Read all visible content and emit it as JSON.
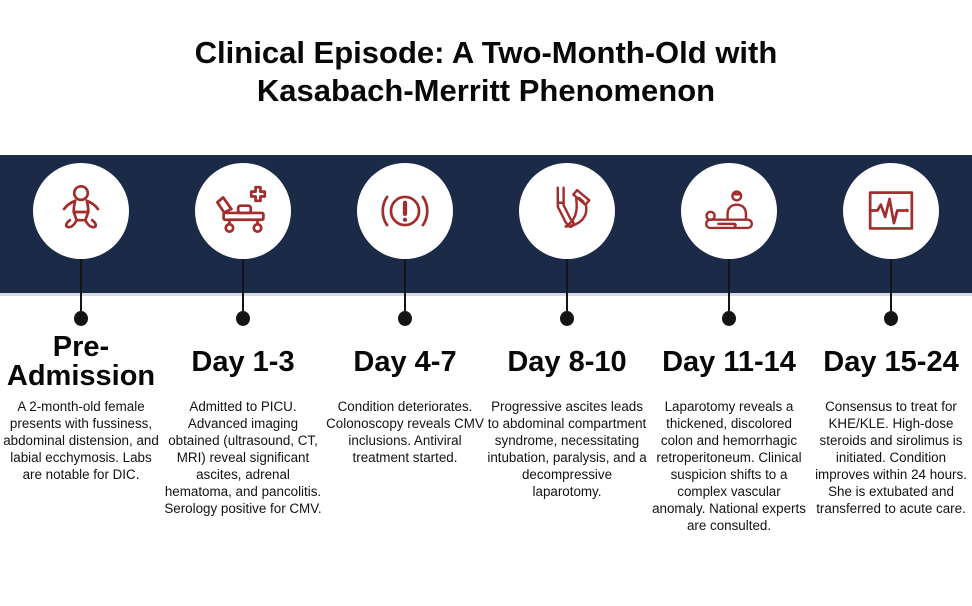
{
  "title": "Clinical Episode: A Two-Month-Old with Kasabach-Merritt Phenomenon",
  "colors": {
    "band_navy": "#1b2a47",
    "icon_red": "#a32c2c",
    "circle_white": "#ffffff",
    "text_black": "#080808"
  },
  "timeline": {
    "items": [
      {
        "icon": "baby-icon",
        "label": "Pre-Admission",
        "description": "A 2-month-old female presents with fussiness, abdominal distension, and labial ecchymosis. Labs are notable for DIC."
      },
      {
        "icon": "stretcher-icon",
        "label": "Day 1-3",
        "description": "Admitted to PICU. Advanced imaging obtained (ultrasound, CT, MRI) reveal significant ascites, adrenal hematoma, and pancolitis. Serology positive for CMV."
      },
      {
        "icon": "alert-icon",
        "label": "Day 4-7",
        "description": "Condition deteriorates. Colonoscopy reveals CMV inclusions. Antiviral treatment started."
      },
      {
        "icon": "intubation-icon",
        "label": "Day 8-10",
        "description": "Progressive ascites leads to abdominal compartment syndrome, necessitating intubation, paralysis, and a decompressive laparotomy."
      },
      {
        "icon": "surgery-icon",
        "label": "Day 11-14",
        "description": "Laparotomy reveals a thickened, discolored colon and hemorrhagic retroperitoneum. Clinical suspicion shifts to a complex vascular anomaly. National experts are consulted."
      },
      {
        "icon": "monitor-icon",
        "label": "Day 15-24",
        "description": "Consensus to treat for KHE/KLE. High-dose steroids and sirolimus is initiated. Condition improves within 24 hours. She is extubated and transferred to acute care."
      }
    ]
  }
}
